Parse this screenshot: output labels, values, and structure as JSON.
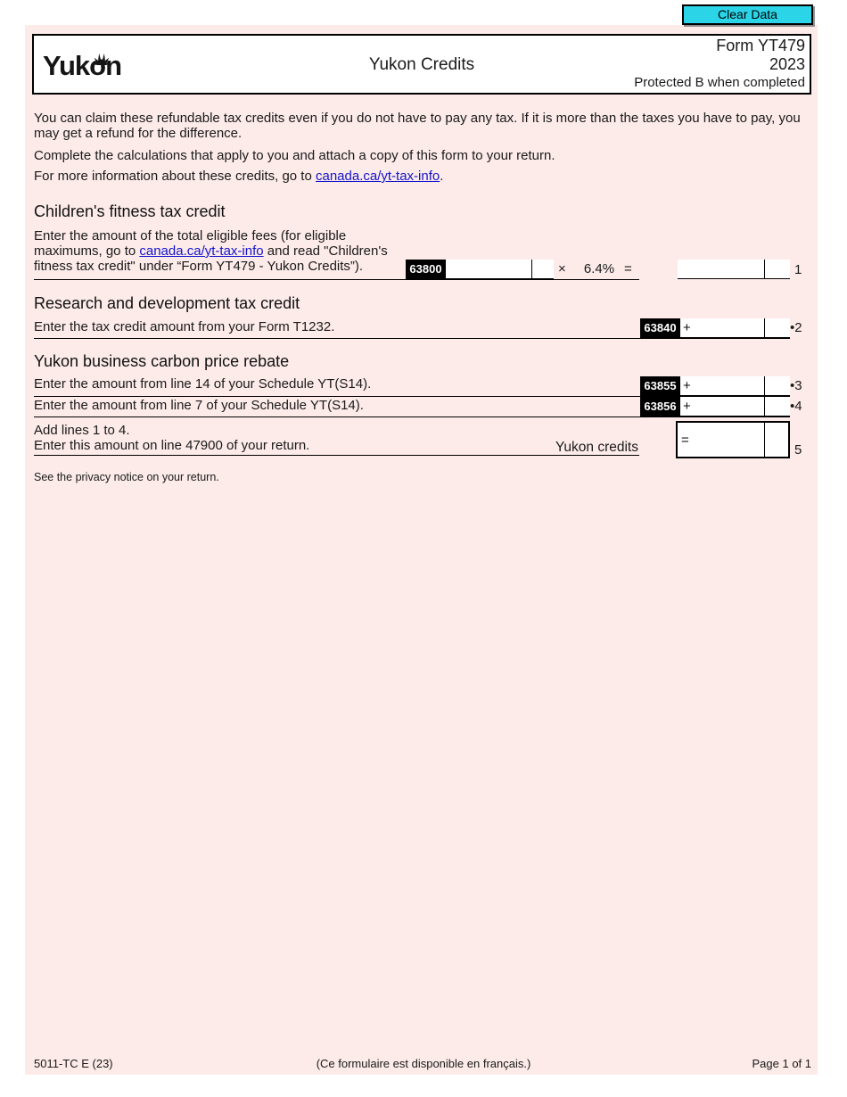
{
  "clear_button": "Clear Data",
  "header": {
    "logo": "Yukon",
    "title": "Yukon Credits",
    "form_number": "Form YT479",
    "year": "2023",
    "protected": "Protected B when completed"
  },
  "intro": {
    "p1": "You can claim these refundable tax credits even if you do not have to pay any tax. If it is more than the taxes you have to pay, you may get a refund for the difference.",
    "p2": "Complete the calculations that apply to you and attach a copy of this form to your return.",
    "p3_prefix": "For more information about these credits, go to ",
    "p3_link": "canada.ca/yt-tax-info",
    "p3_suffix": "."
  },
  "fitness": {
    "heading": "Children's fitness tax credit",
    "label_line1": "Enter the amount of the total eligible fees (for eligible",
    "label_line2_prefix": "maximums, go to ",
    "label_line2_link": "canada.ca/yt-tax-info",
    "label_line2_suffix": " and read \"Children's",
    "label_line3": "fitness tax credit\" under “Form YT479 - Yukon Credits”).",
    "code": "63800",
    "multiply": "×",
    "rate": "6.4%",
    "equals": "=",
    "line_no": "1"
  },
  "rd": {
    "heading": "Research and development tax credit",
    "label": "Enter the tax credit amount from your Form T1232.",
    "code": "63840",
    "plus": "+",
    "bullet": "•",
    "line_no": "2"
  },
  "carbon": {
    "heading": "Yukon business carbon price rebate",
    "row3_label": "Enter the amount from line 14 of your Schedule YT(S14).",
    "row3_code": "63855",
    "row3_plus": "+",
    "row3_bullet": "•",
    "row3_line_no": "3",
    "row4_label": "Enter the amount from line 7 of your Schedule YT(S14).",
    "row4_code": "63856",
    "row4_plus": "+",
    "row4_bullet": "•",
    "row4_line_no": "4"
  },
  "total": {
    "label_line1": "Add lines 1 to 4.",
    "label_line2": "Enter this amount on line 47900 of your return.",
    "result_label": "Yukon credits",
    "equals": "=",
    "line_no": "5"
  },
  "privacy_note": "See the privacy notice on your return.",
  "footer": {
    "left": "5011-TC E (23)",
    "center": "(Ce formulaire est disponible en français.)",
    "right": "Page 1 of 1"
  },
  "colors": {
    "page_tint": "#fcebe9",
    "button": "#2bd4e6",
    "link": "#1414cc"
  }
}
